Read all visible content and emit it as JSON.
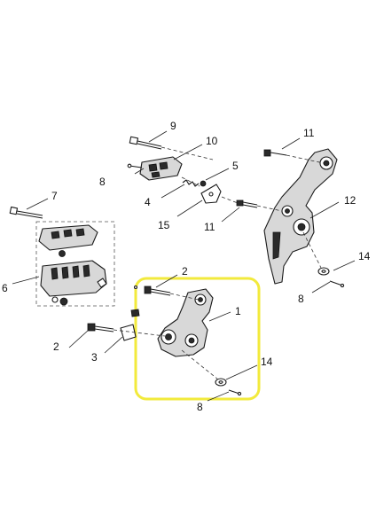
{
  "diagram": {
    "highlight_color": "#f2ea3c",
    "callouts": {
      "c1": "1",
      "c2a": "2",
      "c2b": "2",
      "c3": "3",
      "c4": "4",
      "c5": "5",
      "c6": "6",
      "c7": "7",
      "c8a": "8",
      "c8b": "8",
      "c8c": "8",
      "c9": "9",
      "c10": "10",
      "c11a": "11",
      "c11b": "11",
      "c12": "12",
      "c14a": "14",
      "c14b": "14",
      "c15": "15"
    }
  }
}
